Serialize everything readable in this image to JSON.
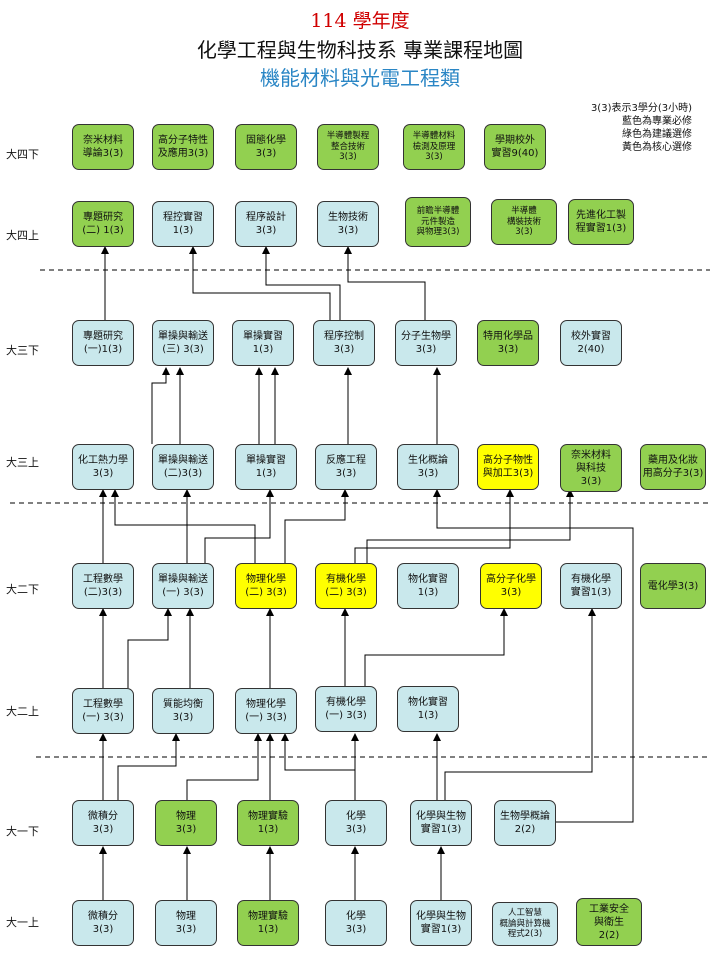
{
  "header": {
    "line1": "114 學年度",
    "line2": "化學工程與生物科技系  專業課程地圖",
    "line3": "機能材料與光電工程類"
  },
  "legend": [
    "3(3)表示3學分(3小時)",
    "藍色為專業必修",
    "綠色為建議選修",
    "黃色為核心選修"
  ],
  "colors": {
    "core_required": "#c9e8ec",
    "suggested_elective": "#92d050",
    "core_elective": "#ffff00"
  },
  "years": [
    "大四下",
    "大四上",
    "大三下",
    "大三上",
    "大二下",
    "大二上",
    "大一下",
    "大一上"
  ],
  "courses": {
    "y4b_1": "奈米材料\n導論3(3)",
    "y4b_2": "高分子特性\n及應用3(3)",
    "y4b_3": "固態化學\n3(3)",
    "y4b_4": "半導體製程\n整合技術\n3(3)",
    "y4b_5": "半導體材料\n檢測及原理\n3(3)",
    "y4b_6": "學期校外\n實習9(40)",
    "y4a_1": "專題研究\n(二) 1(3)",
    "y4a_2": "程控實習\n1(3)",
    "y4a_3": "程序設計\n3(3)",
    "y4a_4": "生物技術\n3(3)",
    "y4a_5": "前瞻半導體\n元件製造\n與物理3(3)",
    "y4a_6": "半導體\n構裝技術\n3(3)",
    "y4a_7": "先進化工製\n程實習1(3)",
    "y3b_1": "專題研究\n(一)1(3)",
    "y3b_2": "單操與輸送\n(三) 3(3)",
    "y3b_3": "單操實習\n1(3)",
    "y3b_4": "程序控制\n3(3)",
    "y3b_5": "分子生物學\n3(3)",
    "y3b_6": "特用化學品\n3(3)",
    "y3b_7": "校外實習\n2(40)",
    "y3a_1": "化工熱力學\n3(3)",
    "y3a_2": "單操與輸送\n(二)3(3)",
    "y3a_3": "單操實習\n1(3)",
    "y3a_4": "反應工程\n3(3)",
    "y3a_5": "生化概論\n3(3)",
    "y3a_6": "高分子物性\n與加工3(3)",
    "y3a_7": "奈米材料\n與科技\n3(3)",
    "y3a_8": "藥用及化妝\n用高分子3(3)",
    "y2b_1": "工程數學\n(二)3(3)",
    "y2b_2": "單操與輸送\n(一) 3(3)",
    "y2b_3": "物理化學\n(二) 3(3)",
    "y2b_4": "有機化學\n(二) 3(3)",
    "y2b_5": "物化實習\n1(3)",
    "y2b_6": "高分子化學\n3(3)",
    "y2b_7": "有機化學\n實習1(3)",
    "y2b_8": "電化學3(3)",
    "y2a_1": "工程數學\n(一) 3(3)",
    "y2a_2": "質能均衡\n3(3)",
    "y2a_3": "物理化學\n(一) 3(3)",
    "y2a_4": "有機化學\n(一) 3(3)",
    "y2a_5": "物化實習\n1(3)",
    "y1b_1": "微積分\n3(3)",
    "y1b_2": "物理\n3(3)",
    "y1b_3": "物理實驗\n1(3)",
    "y1b_4": "化學\n3(3)",
    "y1b_5": "化學與生物\n實習1(3)",
    "y1b_6": "生物學概論\n2(2)",
    "y1a_1": "微積分\n3(3)",
    "y1a_2": "物理\n3(3)",
    "y1a_3": "物理實驗\n1(3)",
    "y1a_4": "化學\n3(3)",
    "y1a_5": "化學與生物\n實習1(3)",
    "y1a_6": "人工智慧\n概論與計算機\n程式2(3)",
    "y1a_7": "工業安全\n與衛生\n2(2)"
  }
}
